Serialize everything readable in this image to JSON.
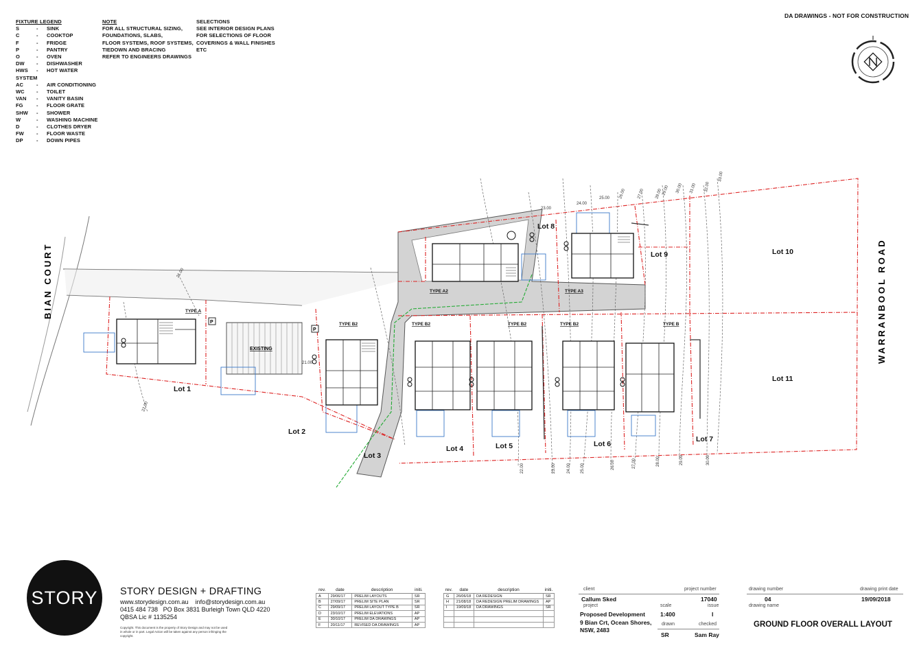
{
  "header": {
    "stamp": "DA DRAWINGS - NOT FOR CONSTRUCTION"
  },
  "legend": {
    "title": "FIXTURE LEGEND",
    "items": [
      {
        "code": "S",
        "desc": "SINK"
      },
      {
        "code": "C",
        "desc": "COOKTOP"
      },
      {
        "code": "F",
        "desc": "FRIDGE"
      },
      {
        "code": "P",
        "desc": "PANTRY"
      },
      {
        "code": "O",
        "desc": "OVEN"
      },
      {
        "code": "DW",
        "desc": "DISHWASHER"
      },
      {
        "code": "HWS",
        "desc": "HOT WATER"
      },
      {
        "code": "SYSTEM",
        "desc": ""
      },
      {
        "code": "AC",
        "desc": "AIR CONDITIONING"
      },
      {
        "code": "WC",
        "desc": "TOILET"
      },
      {
        "code": "VAN",
        "desc": "VANITY BASIN"
      },
      {
        "code": "FG",
        "desc": "FLOOR GRATE"
      },
      {
        "code": "SHW",
        "desc": "SHOWER"
      },
      {
        "code": "W",
        "desc": "WASHING MACHINE"
      },
      {
        "code": "D",
        "desc": "CLOTHES DRYER"
      },
      {
        "code": "FW",
        "desc": "FLOOR WASTE"
      },
      {
        "code": "DP",
        "desc": "DOWN PIPES"
      }
    ]
  },
  "note": {
    "title": "NOTE",
    "lines": [
      "FOR ALL STRUCTURAL SIZING,",
      "FOUNDATIONS, SLABS,",
      "FLOOR SYSTEMS, ROOF SYSTEMS,",
      "TIEDOWN AND BRACING",
      "REFER TO ENGINEERS DRAWINGS"
    ]
  },
  "selections": {
    "title": "SELECTIONS",
    "lines": [
      "SEE INTERIOR DESIGN PLANS",
      "FOR SELECTIONS OF FLOOR",
      "COVERINGS & WALL FINISHES",
      "ETC"
    ]
  },
  "compass": {
    "label": "N"
  },
  "site": {
    "roads": [
      "BIAN COURT",
      "WARRANBOOL ROAD"
    ],
    "existing_label": "EXISTING",
    "parking_label": "P",
    "lots": [
      "Lot 1",
      "Lot 2",
      "Lot 3",
      "Lot 4",
      "Lot 5",
      "Lot 6",
      "Lot 7",
      "Lot 8",
      "Lot 9",
      "Lot 10",
      "Lot 11"
    ],
    "types": [
      "TYPE A",
      "TYPE B2",
      "TYPE B2",
      "TYPE B2",
      "TYPE B2",
      "TYPE B",
      "TYPE A2",
      "TYPE A3"
    ],
    "contours": [
      "21.00",
      "22.00",
      "22.00",
      "23.00",
      "24.00",
      "25.00",
      "26.00",
      "27.00",
      "28.00",
      "29.00",
      "30.00",
      "23.00",
      "24.00",
      "25.00",
      "26.00",
      "27.00",
      "28.00",
      "29.00",
      "30.00",
      "31.00",
      "32.00",
      "33.00",
      "21.00"
    ]
  },
  "brand": {
    "logo": "STORY",
    "name": "STORY DESIGN + DRAFTING",
    "web": "www.storydesign.com.au",
    "email": "info@storydesign.com.au",
    "phone": "0415 484 738",
    "address": "PO Box 3831 Burleigh Town QLD 4220",
    "licence": "QBSA Lic # 1135254",
    "copyright": "Copyright. This document is the property of Story Design and may not be used in whole or in part. Legal Action will be taken against any person infringing the copyright."
  },
  "revisions": {
    "headers": [
      "rev.",
      "date",
      "description",
      "initi."
    ],
    "left": [
      {
        "rev": "A",
        "date": "29/06/17",
        "desc": "PRELIM LAYOUTS",
        "init": "SR"
      },
      {
        "rev": "B",
        "date": "27/09/17",
        "desc": "PRELIM SITE PLAN",
        "init": "SR"
      },
      {
        "rev": "C",
        "date": "29/09/17",
        "desc": "PRELIM LAYOUT TYPE B",
        "init": "SR"
      },
      {
        "rev": "D",
        "date": "23/10/17",
        "desc": "PRELIM ELEVATIONS",
        "init": "AP"
      },
      {
        "rev": "E",
        "date": "30/10/17",
        "desc": "PRELIM DA DRAWINGS",
        "init": "AP"
      },
      {
        "rev": "F",
        "date": "20/11/17",
        "desc": "REVISED DA DRAWINGS",
        "init": "AP"
      }
    ],
    "right": [
      {
        "rev": "G",
        "date": "26/06/18",
        "desc": "DA REDESIGN",
        "init": "SR"
      },
      {
        "rev": "H",
        "date": "21/08/18",
        "desc": "DA REDESIGN PRELIM DRAWINGS",
        "init": "AP"
      },
      {
        "rev": "I",
        "date": "19/09/18",
        "desc": "DA DRAWINGS",
        "init": "SR"
      },
      {
        "rev": "",
        "date": "",
        "desc": "",
        "init": ""
      },
      {
        "rev": "",
        "date": "",
        "desc": "",
        "init": ""
      },
      {
        "rev": "",
        "date": "",
        "desc": "",
        "init": ""
      }
    ]
  },
  "title_block": {
    "client_label": "client",
    "client": "Callum Sked",
    "project_number_label": "project number",
    "project_number": "17040",
    "project_label": "project",
    "project_line1": "Proposed Development",
    "project_line2": "9 Bian Crt, Ocean Shores,",
    "project_line3": "NSW, 2483",
    "scale_label": "scale",
    "scale": "1:400",
    "issue_label": "issue",
    "issue": "I",
    "drawn_label": "drawn",
    "drawn": "SR",
    "checked_label": "checked",
    "checked": "Sam Ray",
    "drawing_number_label": "drawing number",
    "drawing_number": "04",
    "print_date_label": "drawing print date",
    "print_date": "19/09/2018",
    "drawing_name_label": "drawing name",
    "drawing_name": "GROUND FLOOR OVERALL LAYOUT"
  }
}
